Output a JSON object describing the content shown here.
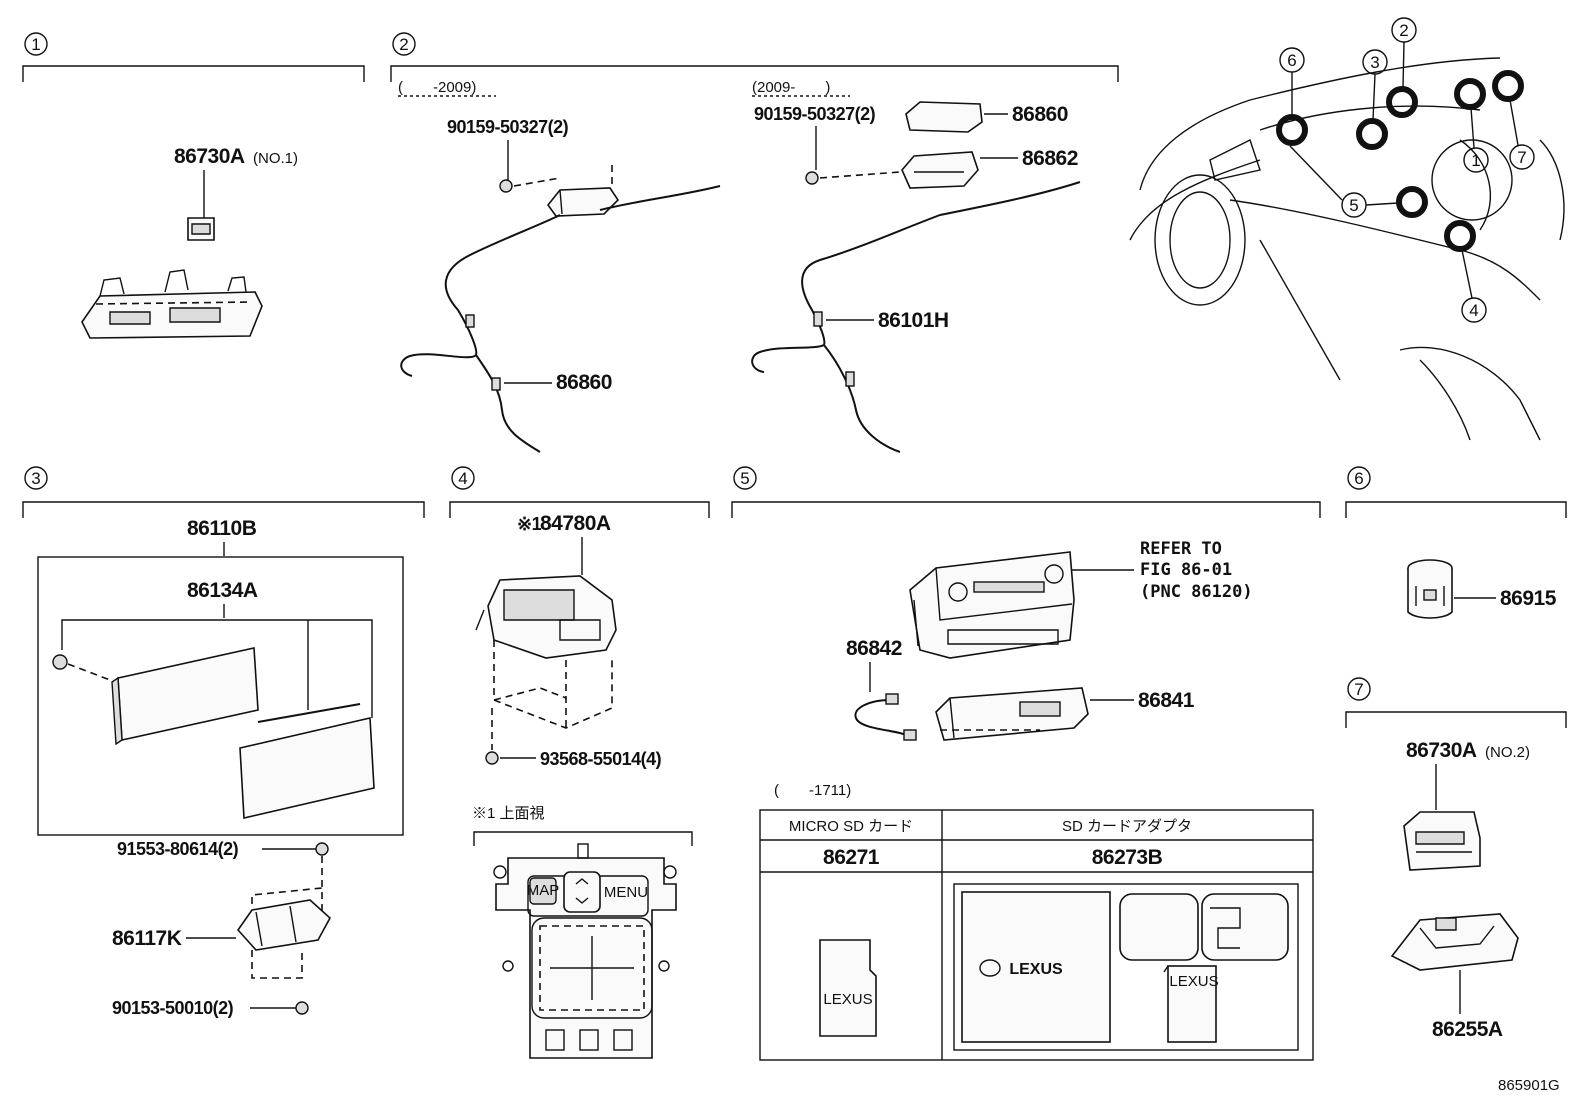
{
  "sections": {
    "s1": "1",
    "s2": "2",
    "s3": "3",
    "s4": "4",
    "s5": "5",
    "s6": "6",
    "s7": "7"
  },
  "section1": {
    "part": "86730A",
    "note": "(NO.1)"
  },
  "section2": {
    "left_range": "(　　-2009)",
    "right_range": "(2009-　　)",
    "bolt_left": "90159-50327(2)",
    "bolt_right": "90159-50327(2)",
    "harness_left": "86860",
    "module_right": "86860",
    "bracket_right": "86862",
    "harness_right": "86101H"
  },
  "section3": {
    "assembly": "86110B",
    "display": "86134A",
    "screw_top": "91553-80614(2)",
    "bracket": "86117K",
    "screw_bottom": "90153-50010(2)"
  },
  "section4": {
    "controller": "84780A",
    "controller_mark": "※1",
    "bolt": "93568-55014(4)",
    "view_title": "※1 上面視",
    "btn_map": "MAP",
    "btn_menu": "MENU"
  },
  "section5": {
    "refer1": "REFER TO",
    "refer2": "FIG 86-01",
    "refer3": "(PNC 86120)",
    "cable": "86842",
    "module": "86841",
    "table_range": "(　　-1711)",
    "col1_header": "MICRO SD カード",
    "col2_header": "SD カードアダプタ",
    "col1_part": "86271",
    "col2_part": "86273B",
    "brand": "LEXUS"
  },
  "section6": {
    "part": "86915"
  },
  "section7": {
    "part": "86730A",
    "note": "(NO.2)",
    "bezel": "86255A"
  },
  "locator": {
    "c1": "1",
    "c2": "2",
    "c3": "3",
    "c4": "4",
    "c5": "5",
    "c6": "6",
    "c7": "7"
  },
  "figure_code": "865901G"
}
